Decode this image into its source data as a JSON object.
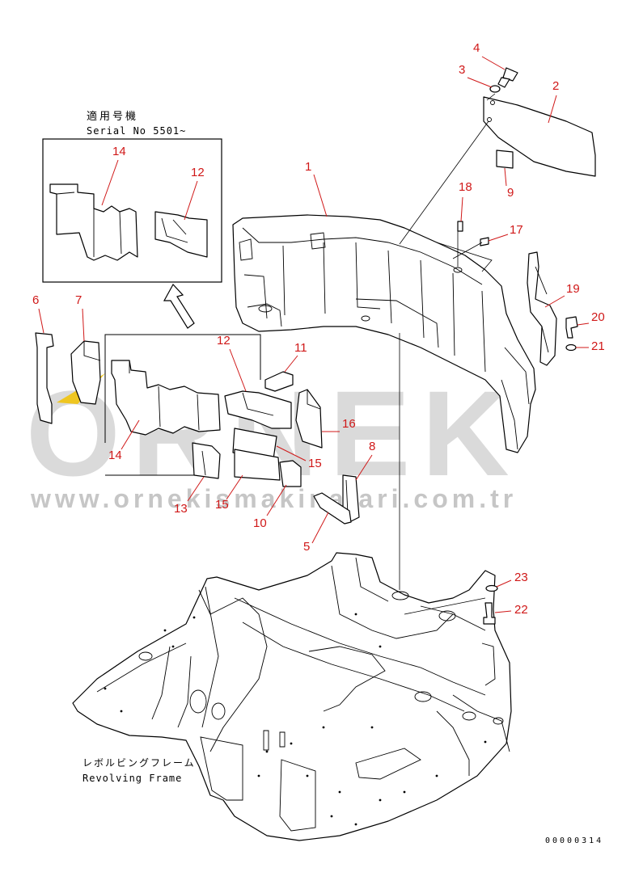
{
  "inset": {
    "title_jp": "適用号機",
    "serial": "Serial No 5501~"
  },
  "frame_label": {
    "jp": "レボルビングフレーム",
    "en": "Revolving Frame"
  },
  "drawing_number": "00000314",
  "watermark": {
    "logo": "ORNEK",
    "url": "www.ornekismakinalari.com.tr"
  },
  "callouts": {
    "p1": "1",
    "p2": "2",
    "p3": "3",
    "p4": "4",
    "p5": "5",
    "p6": "6",
    "p7": "7",
    "p8": "8",
    "p9": "9",
    "p10": "10",
    "p11": "11",
    "p12a": "12",
    "p12b": "12",
    "p13": "13",
    "p14a": "14",
    "p14b": "14",
    "p15a": "15",
    "p15b": "15",
    "p16": "16",
    "p17": "17",
    "p18": "18",
    "p19": "19",
    "p20": "20",
    "p21": "21",
    "p22": "22",
    "p23": "23"
  },
  "colors": {
    "callout": "#d01818",
    "line": "#000000",
    "watermark_logo": "#bdbdbd",
    "watermark_accent": "#f2c200"
  }
}
